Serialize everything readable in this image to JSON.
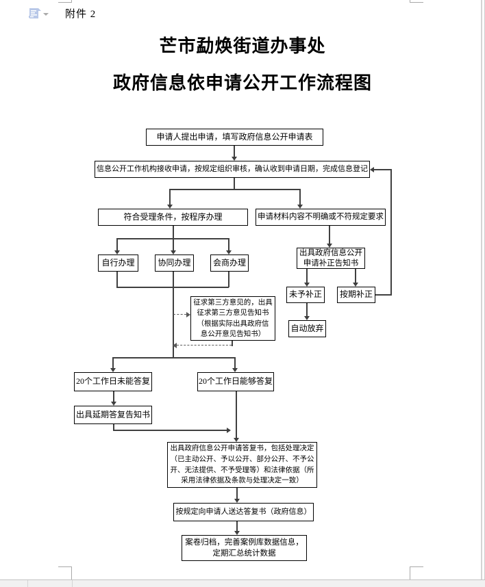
{
  "chrome": {
    "attachment_label": "附件 2",
    "paste_icon": "paste-options-icon",
    "dropdown_icon": "chevron-down-icon",
    "statusbar": {
      "separator_positions": [
        40,
        105
      ]
    }
  },
  "titles": {
    "line1": "芒市勐焕街道办事处",
    "line2": "政府信息依申请公开工作流程图"
  },
  "flow": {
    "apply": "申请人提出申请，填写政府信息公开申请表",
    "receive": "信息公开工作机构接收申请，按规定组织审核，确认收到申请日期，完成信息登记",
    "qualified": "符合受理条件，按程序办理",
    "unclear": "申请材料内容不明确或不符规定要求",
    "self_handle": "自行办理",
    "co_handle": "协同办理",
    "consult_handle": "会商办理",
    "correction_notice": {
      "lines": [
        "出具政府信息公开",
        "申请补正告知书"
      ]
    },
    "no_correction": "未予补正",
    "on_time_correction": "按期补正",
    "auto_abandon": "自动放弃",
    "third_party": {
      "lines": [
        "征求第三方意见的，出具",
        "征求第三方意见告知书",
        "（根据实际出具政府信",
        "息公开意见告知书）"
      ]
    },
    "not_in_20days": "20个工作日未能答复",
    "in_20days": "20个工作日能够答复",
    "delay_notice": "出具延期答复告知书",
    "reply_doc": {
      "lines": [
        "出具政府信息公开申请答复书，包括处理决定",
        "（已主动公开、予以公开、部分公开、不予公",
        "开、无法提供、不予受理等）和法律依据（所",
        "采用法律依据及条款与处理决定一致）"
      ]
    },
    "deliver": "按规定向申请人送达答复书（政府信息）",
    "archive": {
      "lines": [
        "案卷归档，完善案例库数据信息，",
        "定期汇总统计数据"
      ]
    }
  },
  "colors": {
    "box_border": "#000000",
    "connector": "#3f3f3f",
    "dashed_connector": "#595959",
    "paste_icon_blue": "#b8c8e8",
    "statusbar_bg": "#f1f1f1",
    "page_bg": "#ffffff"
  }
}
